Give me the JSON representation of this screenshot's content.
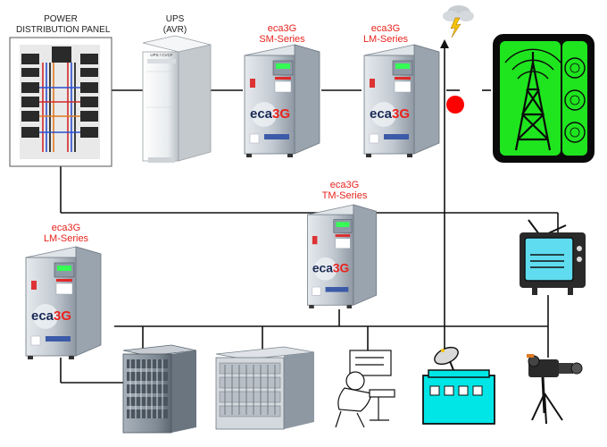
{
  "labels": {
    "pdp_line1": "POWER",
    "pdp_line2": "DISTRIBUTION PANEL",
    "ups_line1": "UPS",
    "ups_line2": "(AVR)",
    "sm_line1": "eca3G",
    "sm_line2": "SM-Series",
    "lm_top_line1": "eca3G",
    "lm_top_line2": "LM-Series",
    "tm_line1": "eca3G",
    "tm_line2": "TM-Series",
    "lm_left_line1": "eca3G",
    "lm_left_line2": "LM-Series"
  },
  "device_text": {
    "ups_panel": "UPS / CVCF",
    "brand": "eca3G",
    "brand_small": "eca"
  },
  "colors": {
    "label_red": "#e8231c",
    "cable": "#111111",
    "cabinet": "#c9cfd6",
    "tower_bg": "#1fe51f",
    "tower_frame": "#0a0a0a",
    "alarm_dot": "#ff0000",
    "building": "#00e5e5"
  },
  "icons": [
    "lightning-cloud-icon",
    "broadcast-tower-icon",
    "tv-icon",
    "studio-camera-icon",
    "satellite-building-icon",
    "operator-icon"
  ]
}
